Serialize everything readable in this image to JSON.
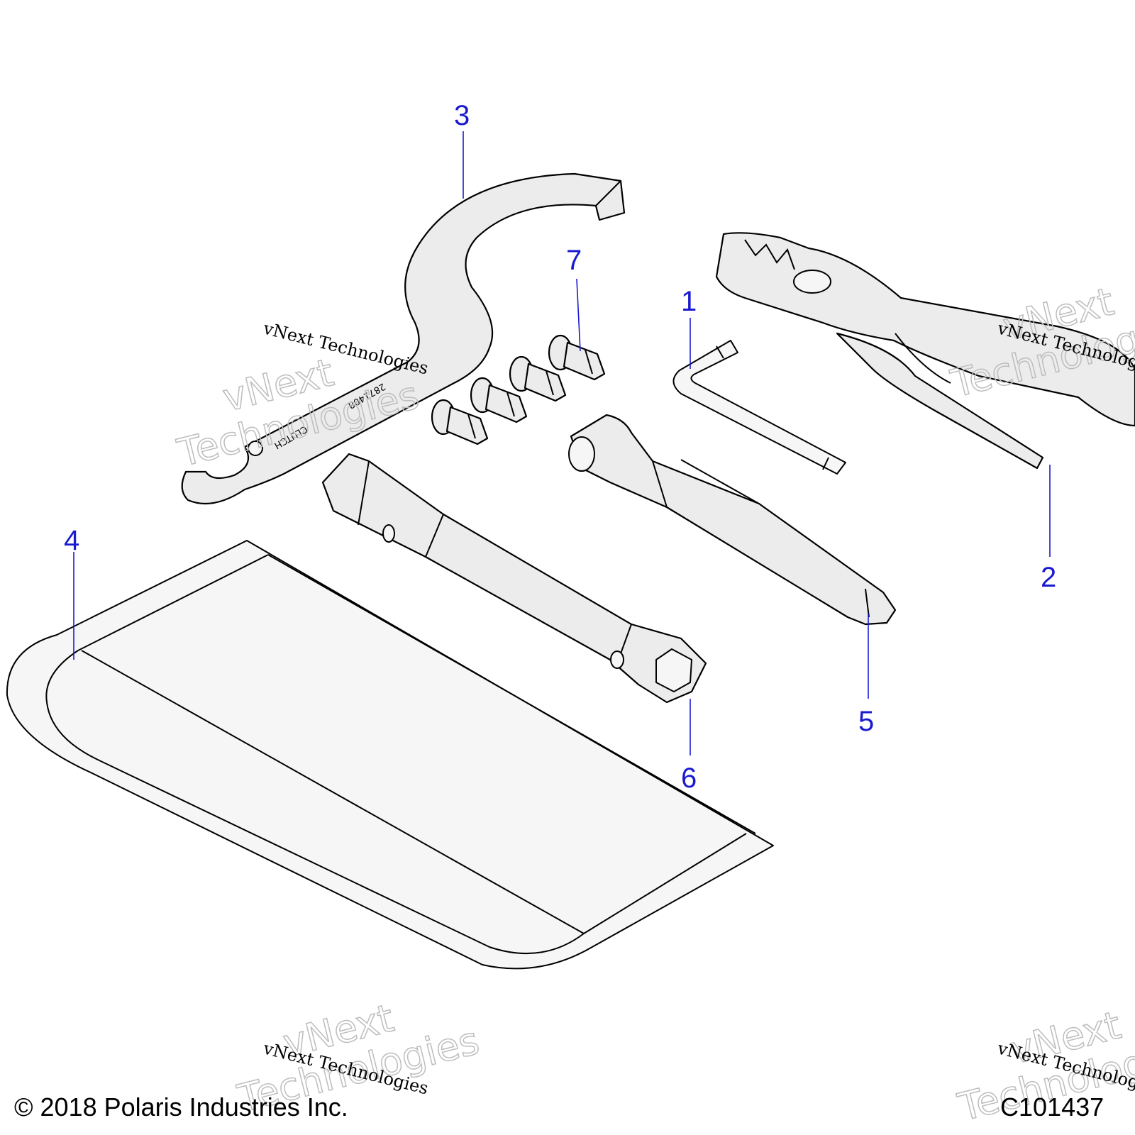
{
  "callouts": [
    {
      "id": "1",
      "label": "1"
    },
    {
      "id": "2",
      "label": "2"
    },
    {
      "id": "3",
      "label": "3"
    },
    {
      "id": "4",
      "label": "4"
    },
    {
      "id": "5",
      "label": "5"
    },
    {
      "id": "6",
      "label": "6"
    },
    {
      "id": "7",
      "label": "7"
    }
  ],
  "stamps": {
    "wrench_text_1": "CLUTCH",
    "wrench_text_2": "2871408"
  },
  "watermark": {
    "line_small": "vNext Technologies",
    "line_big_1": "vNext",
    "line_big_2": "Technologies"
  },
  "footer": {
    "copyright": "© 2018 Polaris Industries Inc.",
    "figure_code": "C101437"
  },
  "colors": {
    "callout": "#1a1ad0",
    "part_fill": "#ececec"
  }
}
